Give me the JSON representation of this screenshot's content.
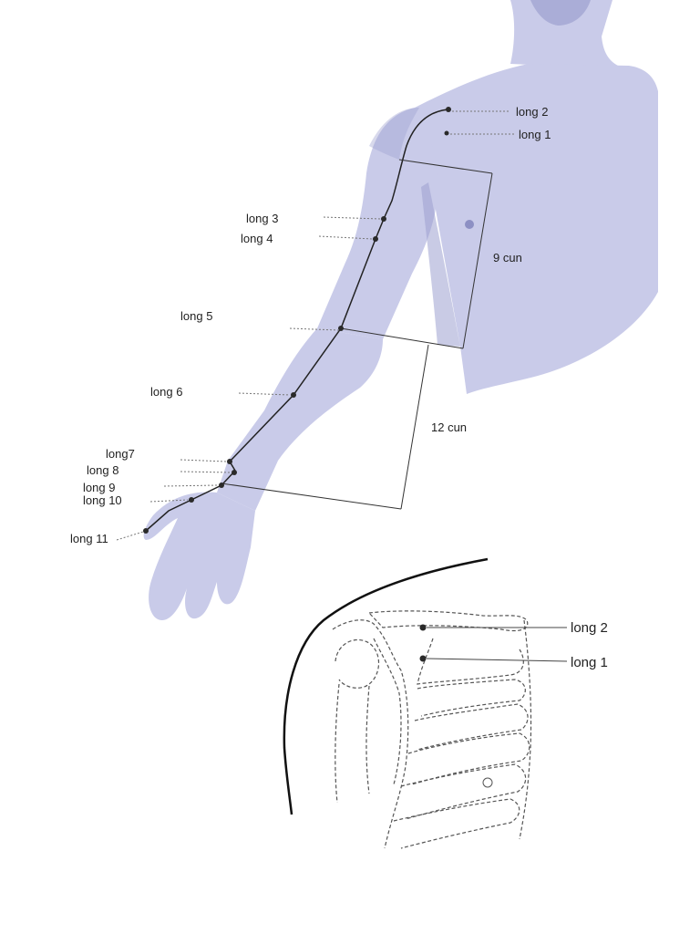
{
  "upper_labels": {
    "long_1": "long 1",
    "long_2": "long 2",
    "long_3": "long 3",
    "long_4": "long 4",
    "long_5": "long 5",
    "long_6": "long 6",
    "long_7": "long7",
    "long_8": "long 8",
    "long_9": "long 9",
    "long_10": "long 10",
    "long_11": "long 11"
  },
  "measurements": {
    "upper_arm": "9 cun",
    "forearm": "12 cun"
  },
  "lower_labels": {
    "long_2": "long 2",
    "long_1": "long 1"
  },
  "colors": {
    "skin": "#c9cbe9",
    "skin_shadow": "#9da0cf",
    "line": "#222222"
  }
}
